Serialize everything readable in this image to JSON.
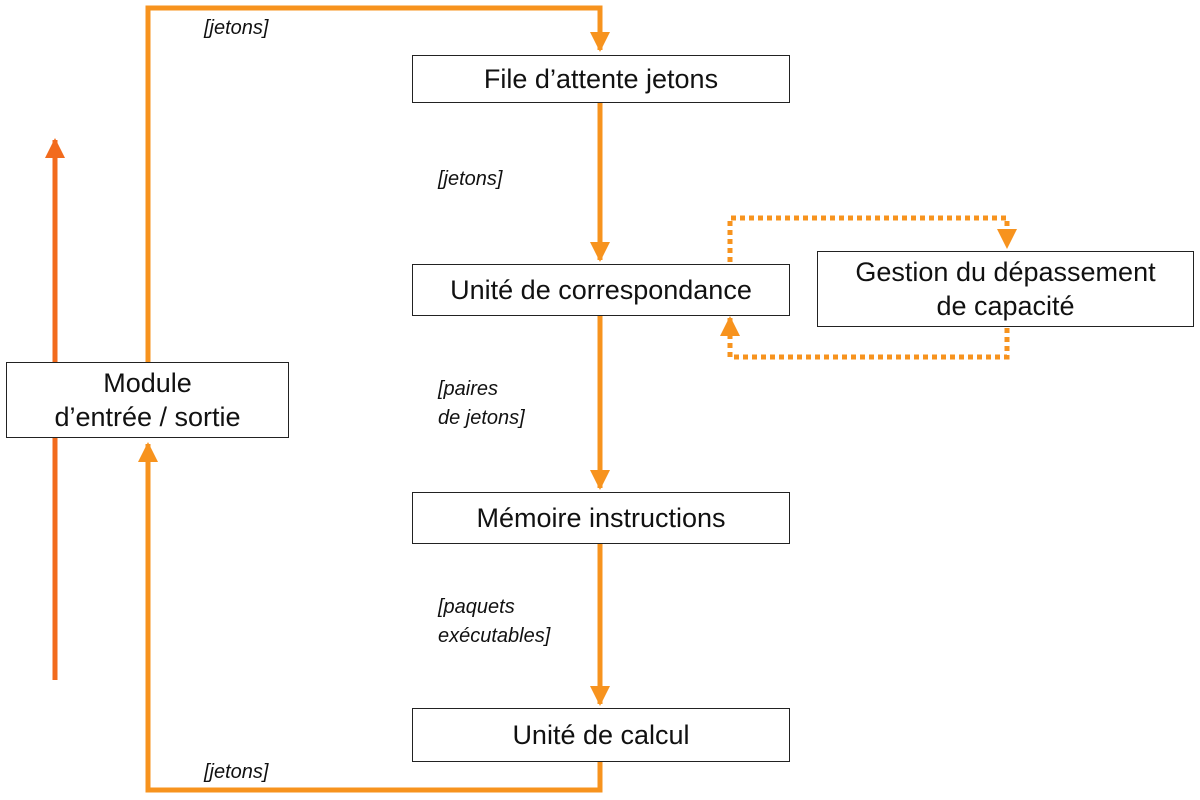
{
  "colors": {
    "flow": "#F7931E",
    "side_arrow": "#F26B1D",
    "box_border": "#222222",
    "text": "#111111"
  },
  "boxes": {
    "file_attente": "File d’attente jetons",
    "unite_correspondance": "Unité de correspondance",
    "gestion_line1": "Gestion du dépassement",
    "gestion_line2": "de capacité",
    "memoire_instructions": "Mémoire instructions",
    "unite_calcul": "Unité de calcul",
    "module_line1": "Module",
    "module_line2": "d’entrée / sortie"
  },
  "labels": {
    "top_jetons": "[jetons]",
    "queue_to_matching": "[jetons]",
    "pairs_line1": "[paires",
    "pairs_line2": "de jetons]",
    "packets_line1": "[paquets",
    "packets_line2": "exécutables]",
    "bottom_jetons": "[jetons]"
  }
}
